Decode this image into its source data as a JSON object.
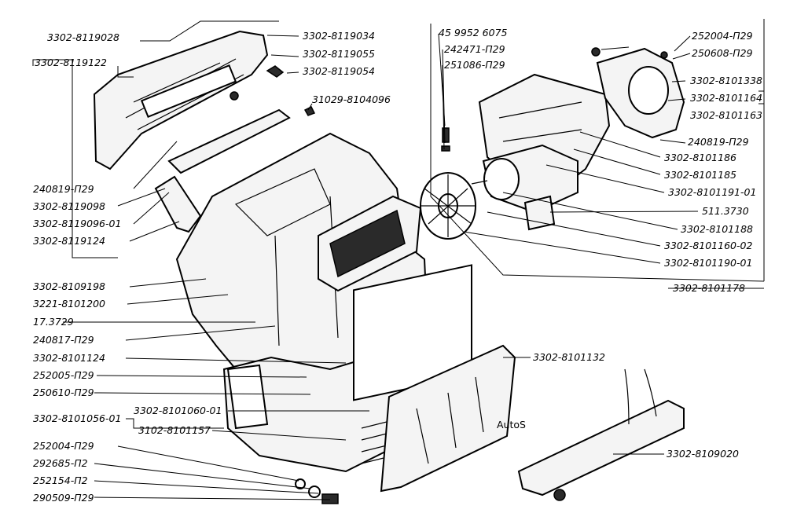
{
  "watermark": "AutoS",
  "labels": [
    "3302-8119028",
    "3302-8119122",
    "3302-8119034",
    "3302-8119055",
    "3302-8119054",
    "31029-8104096",
    "240819-П29",
    "3302-8119098",
    "3302-8119096-01",
    "3302-8119124",
    "3302-8109198",
    "3221-8101200",
    "17.3729",
    "240817-П29",
    "3302-8101124",
    "252005-П29",
    "250610-П29",
    "3302-8101056-01",
    "3302-8101060-01",
    "3102-8101157",
    "252004-П29",
    "292685-П2",
    "252154-П2",
    "290509-П29",
    "45 9952 6075",
    "242471-П29",
    "251086-П29",
    "252004-П29",
    "250608-П29",
    "3302-8101338",
    "3302-8101164",
    "3302-8101163",
    "240819-П29",
    "3302-8101186",
    "3302-8101185",
    "3302-8101191-01",
    "511.3730",
    "3302-8101188",
    "3302-8101160-02",
    "3302-8101190-01",
    "3302-8101178",
    "3302-8101132",
    "3302-8109020"
  ]
}
